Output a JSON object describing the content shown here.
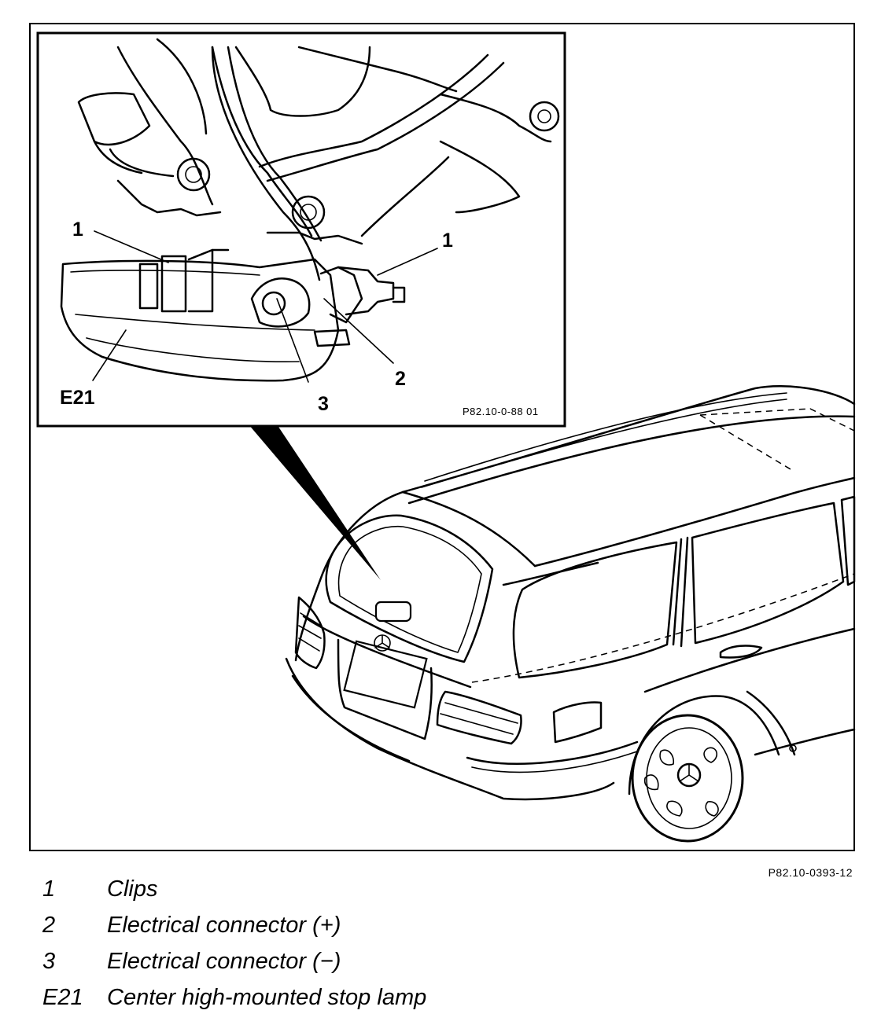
{
  "figure_code": "P82.10-0393-12",
  "inset_code": "P82.10-0-88 01",
  "callouts": {
    "clip_left": "1",
    "clip_right": "1",
    "connector_plus": "2",
    "connector_minus": "3",
    "lamp": "E21"
  },
  "legend": [
    {
      "key": "1",
      "text": "Clips"
    },
    {
      "key": "2",
      "text": "Electrical connector (+)"
    },
    {
      "key": "3",
      "text": "Electrical connector (−)"
    },
    {
      "key": "E21",
      "text": "Center high-mounted stop lamp"
    }
  ]
}
